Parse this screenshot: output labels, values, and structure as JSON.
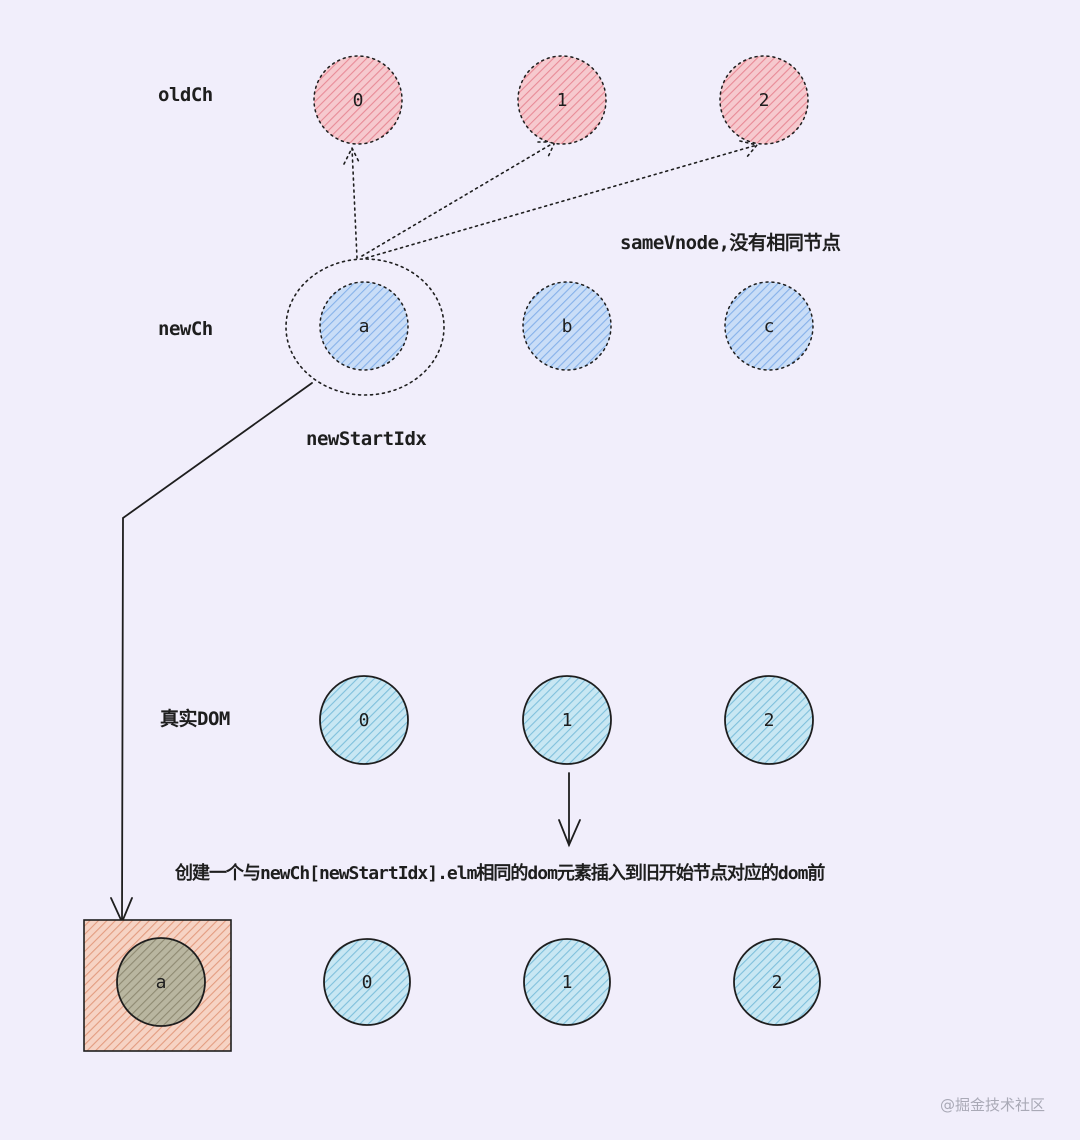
{
  "labels": {
    "old_children": "oldCh",
    "new_children": "newCh",
    "real_dom": "真实DOM",
    "new_start_idx": "newStartIdx",
    "same_vnode_note": "sameVnode,没有相同节点",
    "action_note": "创建一个与newCh[newStartIdx].elm相同的dom元素插入到旧开始节点对应的dom前"
  },
  "old_nodes": [
    "0",
    "1",
    "2"
  ],
  "new_nodes": [
    "a",
    "b",
    "c"
  ],
  "dom_nodes": [
    "0",
    "1",
    "2"
  ],
  "result_nodes": [
    "a",
    "0",
    "1",
    "2"
  ],
  "watermark": "@掘金技术社区",
  "colors": {
    "background": "#f1eefb",
    "old_fill": "#f0a3ad",
    "new_fill": "#a5c8f3",
    "dom_fill": "#9fd3e8",
    "inserted_fill": "#f0b8a0",
    "ink": "#1e1e1e"
  }
}
